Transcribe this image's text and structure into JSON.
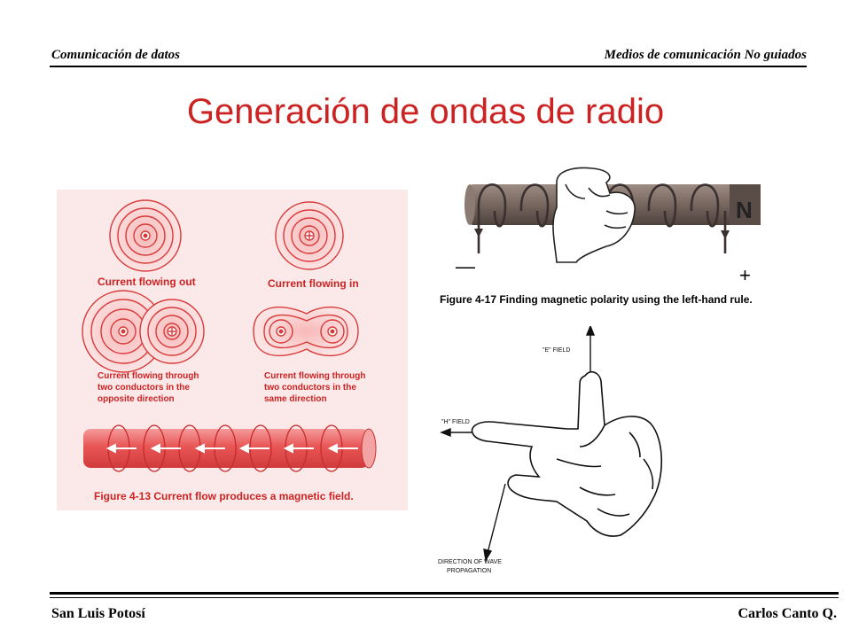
{
  "header": {
    "left": "Comunicación de datos",
    "right": "Medios de comunicación  No guiados"
  },
  "title": "Generación de ondas de radio",
  "figure_4_13": {
    "label_out": "Current flowing out",
    "label_in": "Current flowing in",
    "label_opposite": [
      "Current flowing through",
      "two conductors in the",
      "opposite direction"
    ],
    "label_same": [
      "Current flowing through",
      "two conductors in the",
      "same direction"
    ],
    "caption": "Figure 4-13    Current flow produces a magnetic field."
  },
  "figure_4_17": {
    "pole": "N",
    "minus": "—",
    "plus": "+",
    "caption": "Figure 4-17    Finding magnetic polarity using the left-hand rule."
  },
  "hand_rule": {
    "e_field": "\"E\" FIELD",
    "h_field": "\"H\" FIELD",
    "direction": [
      "DIRECTION OF WAVE",
      "PROPAGATION"
    ]
  },
  "footer": {
    "left": "San Luis Potosí",
    "right": "Carlos Canto Q."
  },
  "colors": {
    "title": "#cc2222",
    "field": "#d83a3a",
    "field_fill": "#f7c8c8",
    "magnet": "#7a6a62"
  }
}
